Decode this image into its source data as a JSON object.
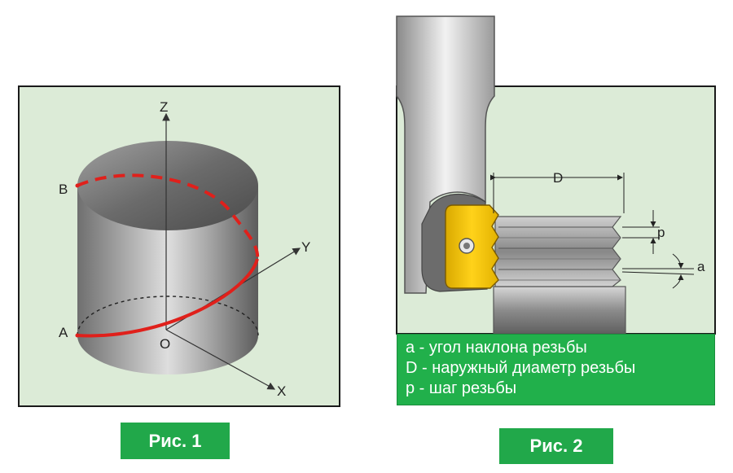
{
  "figure1": {
    "caption": "Рис. 1",
    "labels": {
      "z": "Z",
      "y": "Y",
      "x": "X",
      "origin": "O",
      "point_a": "A",
      "point_b": "B"
    },
    "colors": {
      "background": "#dcebd7",
      "helix": "#e0201b",
      "caption_bg": "#21a84a"
    }
  },
  "figure2": {
    "caption": "Рис. 2",
    "labels": {
      "diameter": "D",
      "pitch": "p",
      "angle": "a"
    },
    "legend": [
      "a - угол наклона резьбы",
      "D - наружный диаметр резьбы",
      "p - шаг резьбы"
    ],
    "colors": {
      "background": "#dcebd7",
      "insert": "#f2c400",
      "legend_bg": "#21b04b"
    }
  }
}
